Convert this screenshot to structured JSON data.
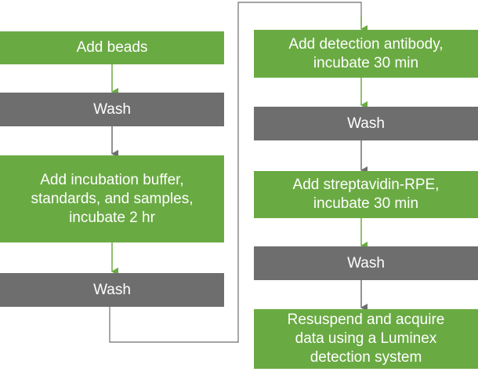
{
  "colors": {
    "green": "#6aaa43",
    "gray": "#6e6e6e",
    "arrow_green": "#6aaa43",
    "arrow_gray": "#6e6e6e",
    "connector": "#6e6e6e"
  },
  "left_column": [
    {
      "label": "Add beads",
      "kind": "green"
    },
    {
      "label": "Wash",
      "kind": "gray"
    },
    {
      "label": "Add incubation buffer,\nstandards, and samples,\nincubate 2 hr",
      "kind": "green"
    },
    {
      "label": "Wash",
      "kind": "gray"
    }
  ],
  "right_column": [
    {
      "label": "Add detection antibody,\nincubate 30 min",
      "kind": "green"
    },
    {
      "label": "Wash",
      "kind": "gray"
    },
    {
      "label": "Add streptavidin-RPE,\nincubate 30 min",
      "kind": "green"
    },
    {
      "label": "Wash",
      "kind": "gray"
    },
    {
      "label": "Resuspend and acquire\ndata using a Luminex\ndetection system",
      "kind": "green"
    }
  ]
}
